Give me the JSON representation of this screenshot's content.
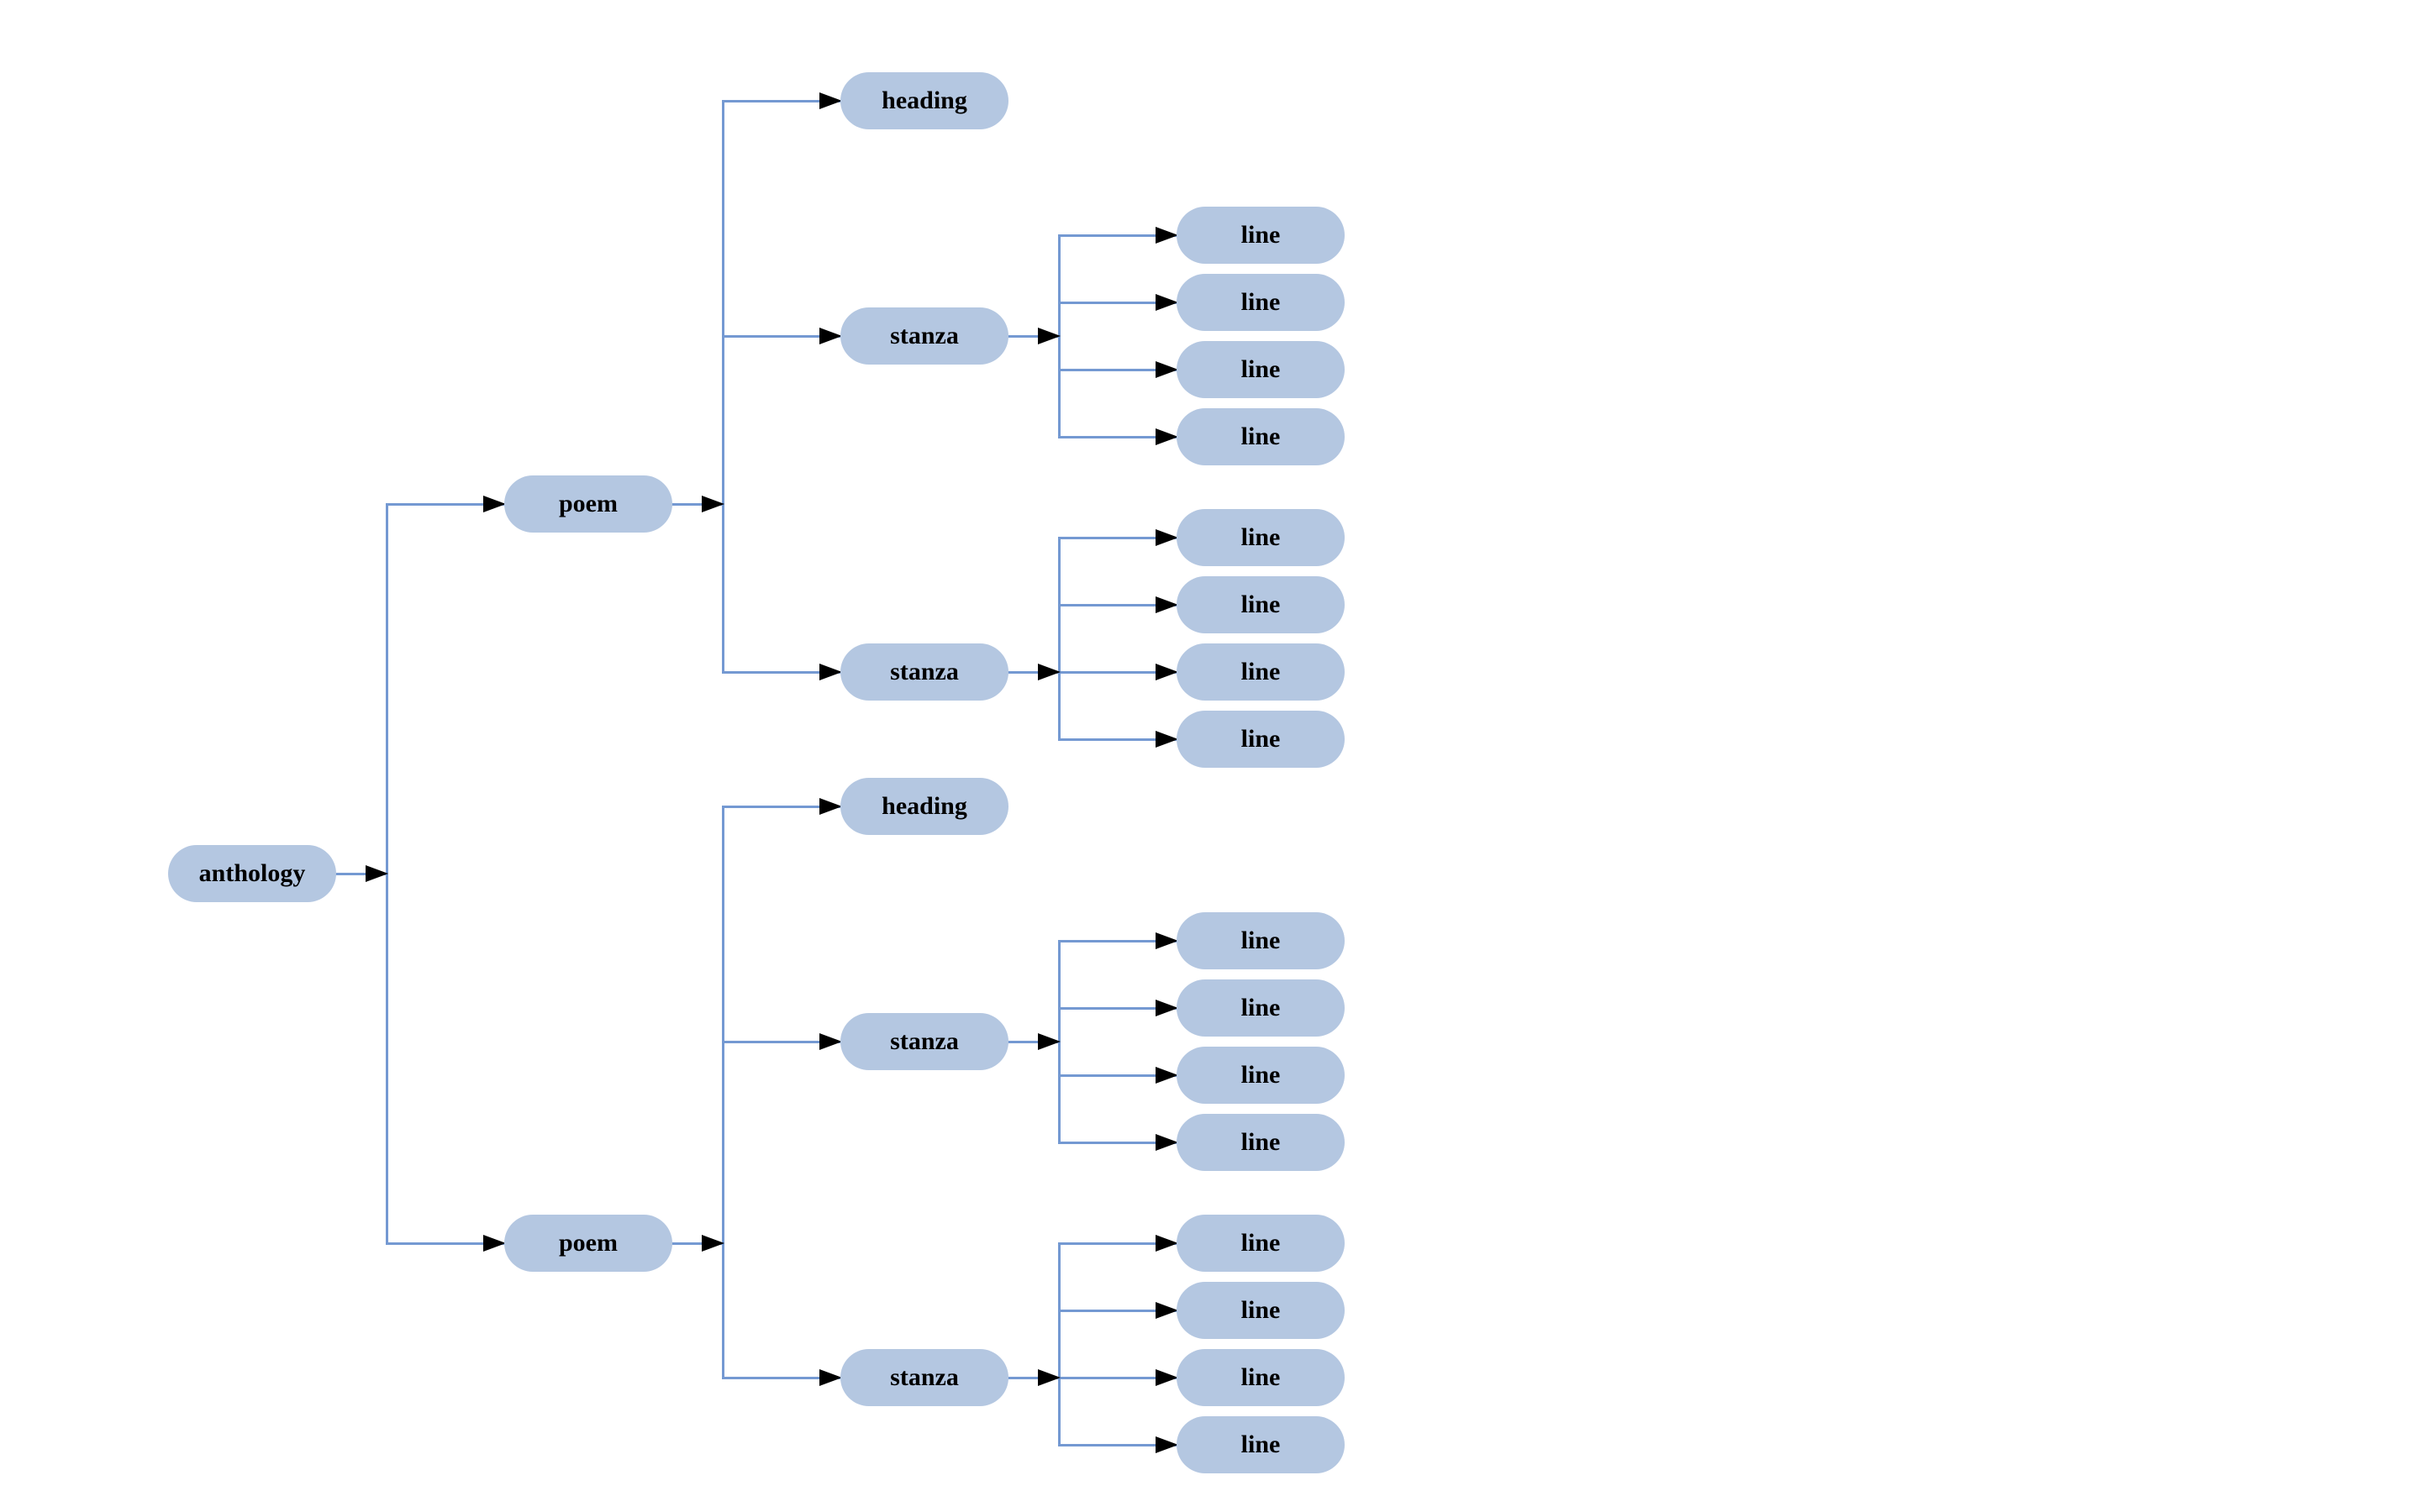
{
  "diagram": {
    "type": "tree",
    "orientation": "left-to-right",
    "colors": {
      "background": "#ffffff",
      "node_fill": "#b4c7e1",
      "edge": "#7499d2",
      "arrowhead": "#000000",
      "text": "#000000"
    },
    "root": {
      "label": "anthology",
      "children": [
        {
          "label": "poem",
          "children": [
            {
              "label": "heading",
              "children": []
            },
            {
              "label": "stanza",
              "children": [
                {
                  "label": "line",
                  "children": []
                },
                {
                  "label": "line",
                  "children": []
                },
                {
                  "label": "line",
                  "children": []
                },
                {
                  "label": "line",
                  "children": []
                }
              ]
            },
            {
              "label": "stanza",
              "children": [
                {
                  "label": "line",
                  "children": []
                },
                {
                  "label": "line",
                  "children": []
                },
                {
                  "label": "line",
                  "children": []
                },
                {
                  "label": "line",
                  "children": []
                }
              ]
            }
          ]
        },
        {
          "label": "poem",
          "children": [
            {
              "label": "heading",
              "children": []
            },
            {
              "label": "stanza",
              "children": [
                {
                  "label": "line",
                  "children": []
                },
                {
                  "label": "line",
                  "children": []
                },
                {
                  "label": "line",
                  "children": []
                },
                {
                  "label": "line",
                  "children": []
                }
              ]
            },
            {
              "label": "stanza",
              "children": [
                {
                  "label": "line",
                  "children": []
                },
                {
                  "label": "line",
                  "children": []
                },
                {
                  "label": "line",
                  "children": []
                },
                {
                  "label": "line",
                  "children": []
                }
              ]
            }
          ]
        }
      ]
    }
  }
}
